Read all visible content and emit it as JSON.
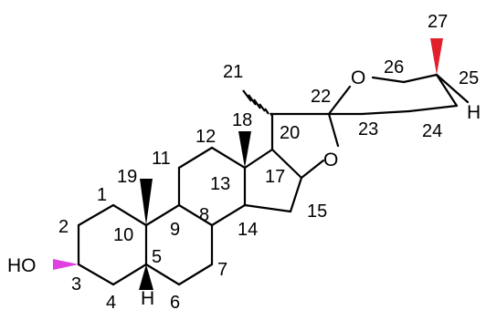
{
  "molecule": {
    "atom_labels": {
      "ring_oxygen_e": "O",
      "ring_oxygen_f": "O",
      "hydroxyl": "HO",
      "h5": "H",
      "h25": "H"
    },
    "locants": [
      "1",
      "2",
      "3",
      "4",
      "5",
      "6",
      "7",
      "8",
      "9",
      "10",
      "11",
      "12",
      "13",
      "14",
      "15",
      "17",
      "18",
      "19",
      "20",
      "21",
      "22",
      "23",
      "24",
      "25",
      "26",
      "27"
    ],
    "colors": {
      "bond": "#000000",
      "wedge_c3": "#e040e0",
      "wedge_c25": "#e0202a",
      "background": "#ffffff"
    }
  }
}
